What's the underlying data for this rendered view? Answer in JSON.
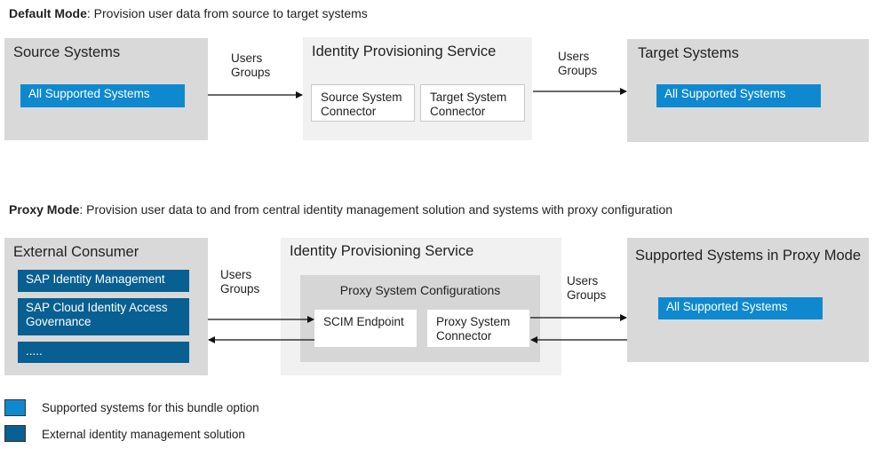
{
  "default_mode": {
    "title_bold": "Default Mode",
    "title_rest": ": Provision user data from source to target systems",
    "source": {
      "title": "Source Systems",
      "item": "All Supported Systems"
    },
    "ips": {
      "title": "Identity Provisioning Service",
      "source_connector": "Source System Connector",
      "target_connector": "Target System Connector"
    },
    "target": {
      "title": "Target Systems",
      "item": "All Supported Systems"
    },
    "flow_left": {
      "line1": "Users",
      "line2": "Groups"
    },
    "flow_right": {
      "line1": "Users",
      "line2": "Groups"
    }
  },
  "proxy_mode": {
    "title_bold": "Proxy Mode",
    "title_rest": ": Provision user data to and from central identity management solution and systems with proxy configuration",
    "consumer": {
      "title": "External Consumer",
      "items": [
        "SAP Identity Management",
        "SAP Cloud Identity Access Governance",
        "....."
      ]
    },
    "ips": {
      "title": "Identity Provisioning Service",
      "config_title": "Proxy System Configurations",
      "scim": "SCIM Endpoint",
      "proxy_connector": "Proxy System Connector"
    },
    "supported": {
      "title": "Supported Systems in Proxy Mode",
      "item": "All Supported Systems"
    },
    "flow_left": {
      "line1": "Users",
      "line2": "Groups"
    },
    "flow_right": {
      "line1": "Users",
      "line2": "Groups"
    }
  },
  "legend": [
    {
      "label": "Supported systems for this bundle option",
      "color": "#0e89d0"
    },
    {
      "label": "External identity management solution",
      "color": "#085f92"
    }
  ],
  "colors": {
    "light_blue": "#0e89d0",
    "dark_blue": "#085f92",
    "panel_gray": "#d9d9d9",
    "service_gray": "#f1f1f1"
  }
}
